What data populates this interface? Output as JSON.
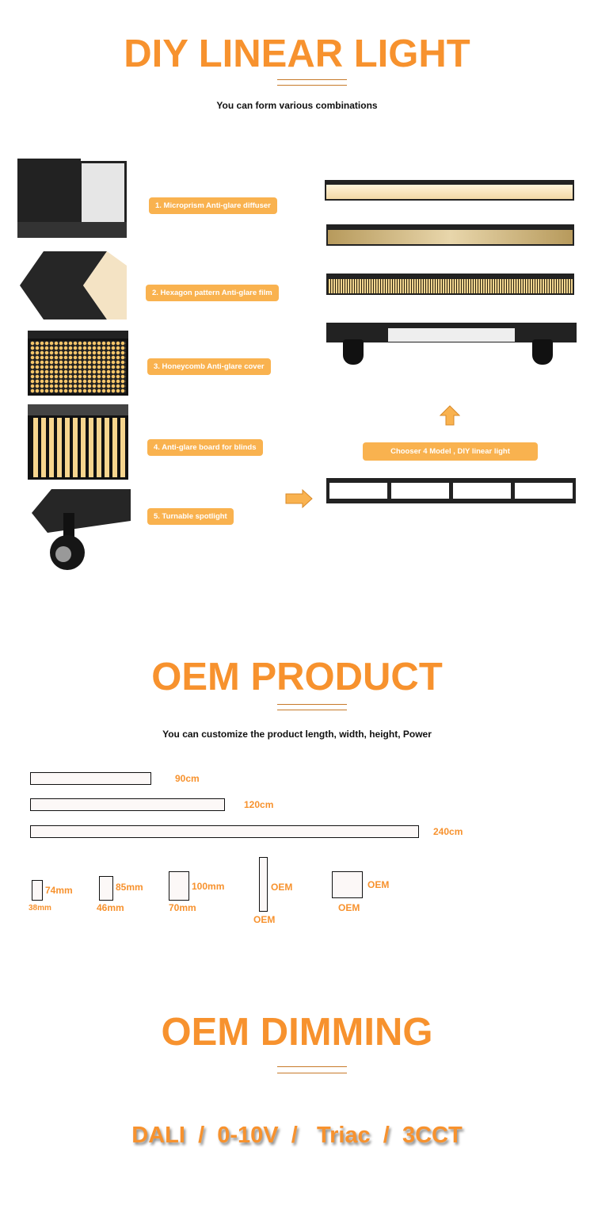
{
  "diy": {
    "title": "DIY LINEAR LIGHT",
    "subtitle": "You can form various combinations",
    "options": [
      "1. Microprism Anti-glare diffuser",
      "2. Hexagon pattern Anti-glare film",
      "3. Honeycomb Anti-glare cover",
      "4. Anti-glare board for blinds",
      "5. Turnable spotlight"
    ],
    "choose_label": "Chooser 4 Model  , DIY linear  light"
  },
  "oem_product": {
    "title": "OEM PRODUCT",
    "subtitle": "You can customize the product length, width, height, Power",
    "lengths": [
      "90cm",
      "120cm",
      "240cm"
    ],
    "profiles": [
      {
        "h": "74mm",
        "w": "38mm"
      },
      {
        "h": "85mm",
        "w": "46mm"
      },
      {
        "h": "100mm",
        "w": "70mm"
      },
      {
        "h": "OEM",
        "w": "OEM"
      },
      {
        "h": "OEM",
        "w": "OEM"
      }
    ]
  },
  "oem_dimming": {
    "title": "OEM DIMMING",
    "options": "DALI  /  0-10V  /   Triac  /  3CCT"
  },
  "colors": {
    "accent": "#f7922e",
    "tag": "#f9b24f"
  }
}
